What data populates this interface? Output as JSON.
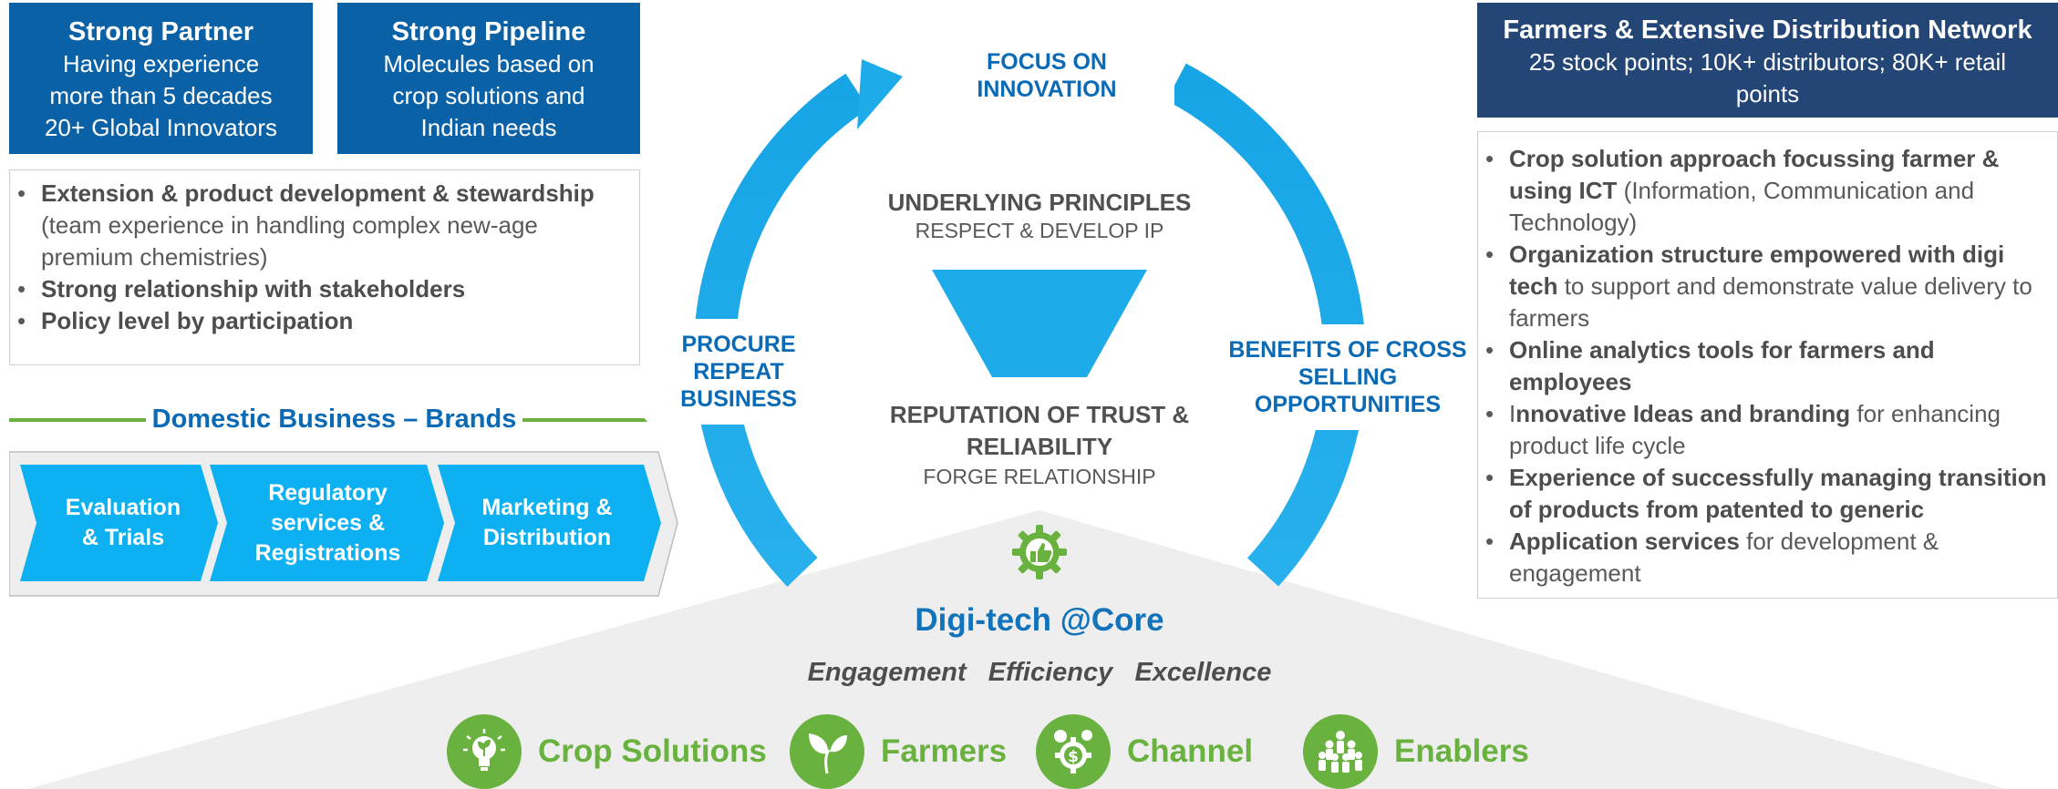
{
  "strong_partner": {
    "title": "Strong Partner",
    "lines": [
      "Having experience",
      "more than 5 decades",
      "20+ Global Innovators"
    ]
  },
  "strong_pipeline": {
    "title": "Strong Pipeline",
    "lines": [
      "Molecules based on",
      "crop solutions and",
      "Indian needs"
    ]
  },
  "left_panel": {
    "items": [
      {
        "bold": "Extension & product development & stewardship",
        "rest": " (team experience in handling complex new-age premium   chemistries)"
      },
      {
        "bold": "Strong relationship with stakeholders",
        "rest": ""
      },
      {
        "bold": "Policy level by participation",
        "rest": ""
      }
    ]
  },
  "domestic": {
    "title": "Domestic Business – Brands",
    "steps": [
      {
        "line1": "Evaluation",
        "line2": "& Trials",
        "line3": ""
      },
      {
        "line1": "Regulatory",
        "line2": "services &",
        "line3": "Registrations"
      },
      {
        "line1": "Marketing &",
        "line2": "Distribution",
        "line3": ""
      }
    ]
  },
  "ring": {
    "top_label": [
      "FOCUS ON",
      "INNOVATION"
    ],
    "left_label": [
      "PROCURE",
      "REPEAT",
      "BUSINESS"
    ],
    "right_label": [
      "BENEFITS OF CROSS",
      "SELLING",
      "OPPORTUNITIES"
    ],
    "underlying_title": "UNDERLYING PRINCIPLES",
    "underlying_sub": "RESPECT & DEVELOP IP",
    "reputation_line1": "REPUTATION OF TRUST &",
    "reputation_line2": "RELIABILITY",
    "reputation_sub": "FORGE RELATIONSHIP"
  },
  "core": {
    "title": "Digi-tech @Core",
    "tagline": "Engagement   Efficiency   Excellence",
    "pillars": [
      {
        "name": "Crop Solutions",
        "icon": "lightbulb-plant-icon"
      },
      {
        "name": "Farmers",
        "icon": "leaf-icon"
      },
      {
        "name": "Channel",
        "icon": "money-gear-icon"
      },
      {
        "name": "Enablers",
        "icon": "people-group-icon"
      }
    ]
  },
  "farmers_network": {
    "title": "Farmers & Extensive Distribution Network",
    "line1": "25 stock points;  10K+ distributors;  80K+ retail",
    "line2": "points"
  },
  "right_panel": {
    "items": [
      {
        "bold": "Crop solution approach focussing farmer & using ICT",
        "rest": " (Information, Communication and Technology)"
      },
      {
        "bold": "Organization structure empowered with digi tech",
        "rest": " to support and demonstrate value delivery to farmers"
      },
      {
        "bold": "Online analytics tools for farmers and employees",
        "rest": ""
      },
      {
        "pre": "I",
        "bold": "nnovative Ideas and branding",
        "rest": " for enhancing product life cycle"
      },
      {
        "bold": "Experience of successfully managing transition of products from patented to generic",
        "rest": ""
      },
      {
        "bold": "Application services",
        "rest": " for development & engagement"
      }
    ]
  },
  "colors": {
    "blue_box": "#0a61a6",
    "navy_box": "#234676",
    "ring": "#1eabe9",
    "label_text": "#0a6ab5",
    "green": "#6ab23f",
    "core_text": "#1273bb",
    "base_triangle": "#eeeeee"
  }
}
